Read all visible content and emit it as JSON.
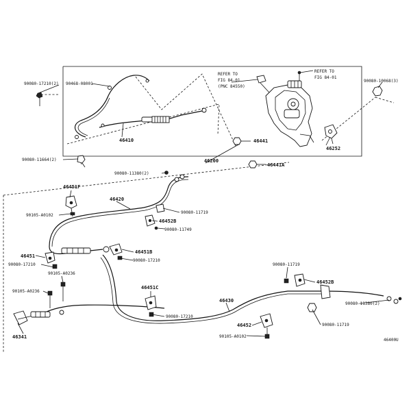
{
  "labels": {
    "refer1_line1": "REFER TO",
    "refer1_line2": "FIG 84-01",
    "refer1_line3": "(PNC 84550)",
    "refer2_line1": "REFER TO",
    "refer2_line2": "FIG 84-01",
    "p_90080_17210_2": "90080-17210(2)",
    "p_90468_08001": "90468-08001",
    "p_90080_10068_3": "90080-10068(3)",
    "p_46410": "46410",
    "p_46441": "46441",
    "p_46252": "46252",
    "p_90080_11664_2": "90080-11664(2)",
    "p_46200": "46200",
    "p_46441A": "46441A",
    "p_90080_11380_2_top": "90080-11380(2)",
    "p_46451F": "46451F",
    "p_46420": "46420",
    "p_90105_A0102_top": "90105-A0102",
    "p_90080_11719_top": "90080-11719",
    "p_46452B_top": "46452B",
    "p_90080_11749": "90080-11749",
    "p_46451": "46451",
    "p_46451B": "46451B",
    "p_90080_17210_left": "90080-17210",
    "p_90080_17210_mid": "90080-17210",
    "p_90105_A0236_top": "90105-A0236",
    "p_90105_A0236_left": "90105-A0236",
    "p_90080_11719_right": "90080-11719",
    "p_46452B_right": "46452B",
    "p_46451C": "46451C",
    "p_46430": "46430",
    "p_90080_11380_2_right": "90080-11380(2)",
    "p_90080_17210_bottom": "90080-17210",
    "p_46452": "46452",
    "p_90080_11719_bottom": "90080-11719",
    "p_90105_A0102_bottom": "90105-A0102",
    "p_46341": "46341",
    "figure_id": "46400U"
  }
}
